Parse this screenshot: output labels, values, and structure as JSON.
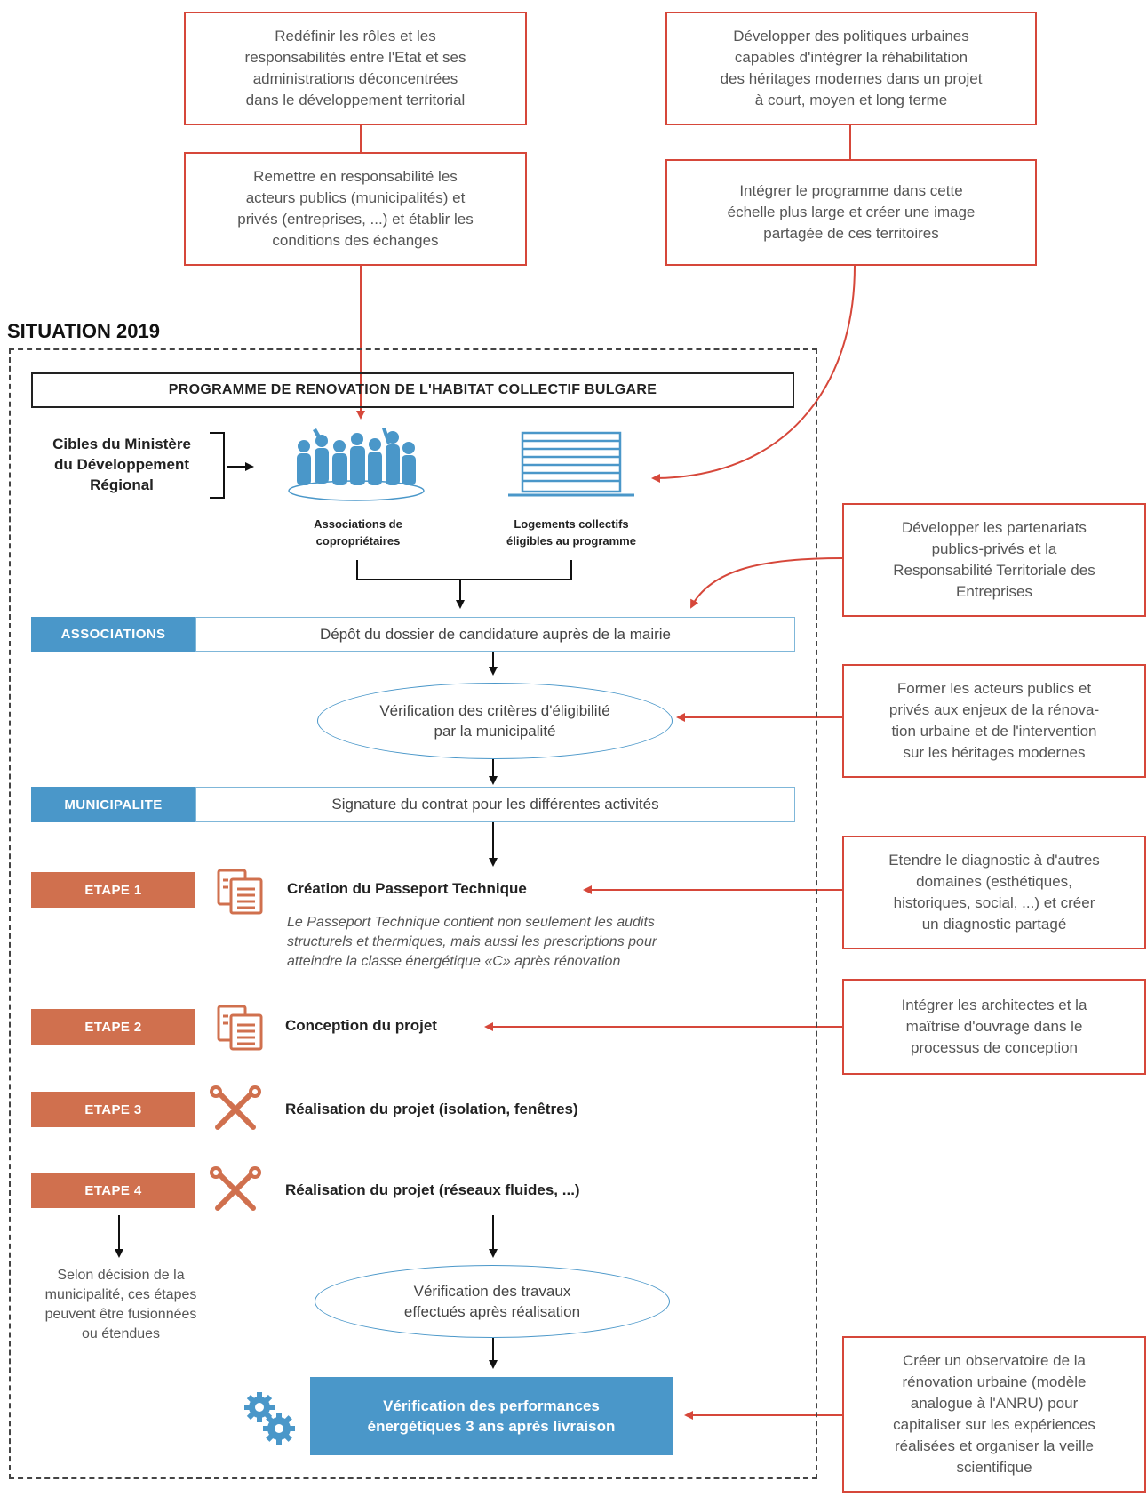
{
  "top_boxes": {
    "roles": "Redéfinir les rôles et les\nresponsabilités entre l'Etat et ses\nadministrations déconcentrées\ndans le développement territorial",
    "responsabilite": "Remettre en responsabilité les\nacteurs publics (municipalités) et\nprivés (entreprises, ...) et établir les\nconditions des échanges",
    "politiques": "Développer des politiques urbaines\ncapables d'intégrer la réhabilitation\ndes héritages modernes dans un projet\nà court, moyen et long terme",
    "integrer": "Intégrer le programme dans cette\néchelle plus large et créer une image\npartagée de ces territoires"
  },
  "situation_title": "SITUATION 2019",
  "programme_title": "PROGRAMME DE RENOVATION DE L'HABITAT COLLECTIF BULGARE",
  "cibles": "Cibles du Ministère\ndu Développement\nRégional",
  "targets": {
    "associations": "Associations de\ncopropriétaires",
    "logements": "Logements collectifs\néligibles au programme"
  },
  "bars": {
    "associations_tag": "ASSOCIATIONS",
    "associations_text": "Dépôt du dossier de candidature auprès de la mairie",
    "municipalite_tag": "MUNICIPALITE",
    "municipalite_text": "Signature du contrat pour les différentes activités"
  },
  "ellipses": {
    "verification_criteres": "Vérification des critères d'éligibilité\npar la municipalité",
    "verification_travaux": "Vérification des travaux\neffectués après réalisation"
  },
  "steps": [
    {
      "tag": "ETAPE 1",
      "label": "Création du Passeport Technique",
      "icon": "document-icon"
    },
    {
      "tag": "ETAPE 2",
      "label": "Conception du projet",
      "icon": "document-icon"
    },
    {
      "tag": "ETAPE 3",
      "label": "Réalisation du projet (isolation, fenêtres)",
      "icon": "tools-icon"
    },
    {
      "tag": "ETAPE 4",
      "label": "Réalisation du projet (réseaux fluides, ...)",
      "icon": "tools-icon"
    }
  ],
  "step1_desc": "Le Passeport Technique contient non seulement les audits\nstructurels et thermiques, mais aussi les prescriptions pour\natteindre la classe énergétique «C» après rénovation",
  "etapes_note": "Selon décision de la\nmunicipalité, ces étapes\npeuvent être fusionnées\nou étendues",
  "final_box": "Vérification des performances\nénergétiques 3 ans après livraison",
  "right_boxes": {
    "partenariats": "Développer les partenariats\npublics-privés et la\nResponsabilité Territoriale des\nEntreprises",
    "former": "Former les acteurs publics et\nprivés aux enjeux de la rénova-\ntion urbaine et de l'intervention\nsur les héritages modernes",
    "etendre": "Etendre le diagnostic à d'autres\ndomaines (esthétiques,\nhistoriques, social, ...) et créer\nun diagnostic partagé",
    "integrer_archi": "Intégrer les architectes et la\nmaîtrise d'ouvrage dans le\nprocessus de conception",
    "observatoire": "Créer un observatoire de la\nrénovation urbaine (modèle\nanalogue à l'ANRU) pour\ncapitaliser sur les expériences\nréalisées et organiser la veille\nscientifique"
  },
  "colors": {
    "red": "#d6473a",
    "blue": "#4a97c9",
    "orange": "#d0704e"
  }
}
